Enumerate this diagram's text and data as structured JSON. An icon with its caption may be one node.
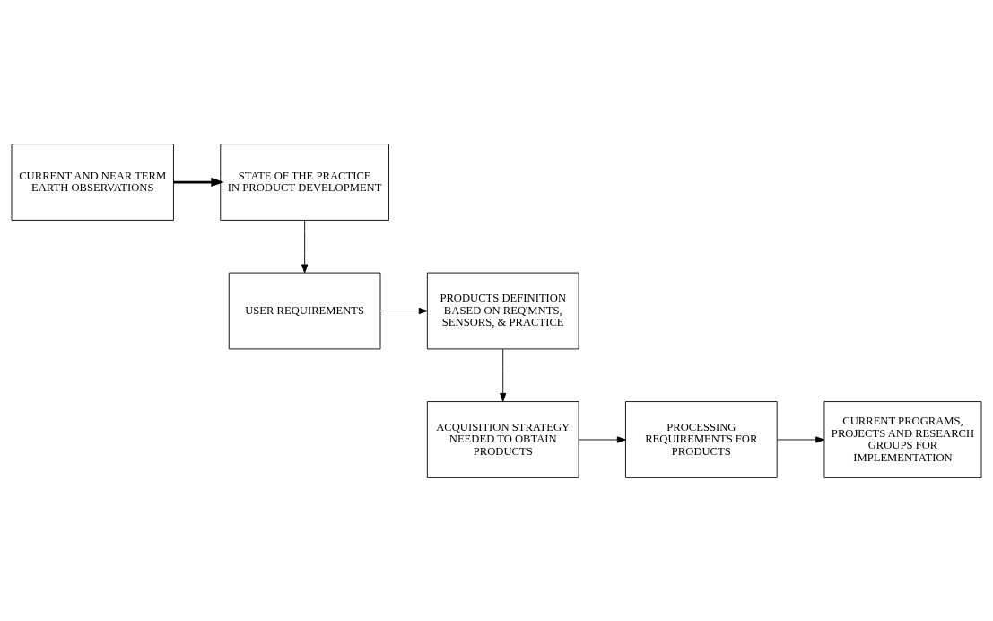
{
  "diagram": {
    "nodes": [
      {
        "text": [
          "CURRENT AND NEAR TERM EARTH OBSERVATIONS"
        ]
      },
      {
        "text": [
          "STATE OF THE PRACTICE IN PRODUCT DEVELOPMENT"
        ]
      },
      {
        "text": [
          "PRODUCTS DEFINITION BASED ON REQ'MNTS, SENSORS, & PRACTICE"
        ]
      },
      {
        "text": [
          "USER REQUIREMENTS"
        ]
      },
      {
        "text": [
          "ACQUISITION STRATEGY NEEDED TO OBTAIN PRODUCTS"
        ]
      },
      {
        "text": [
          "PROCESSING REQUIREMENTS FOR PRODUCTS"
        ]
      },
      {
        "text": [
          "CURRENT PROGRAMS, PROJECTS AND RESEARCH GROUPS FOR IMPLEMENTATION"
        ]
      }
    ],
    "edges": [
      {
        "from": 0,
        "to": 1,
        "arrow": "to",
        "style": "thick"
      },
      {
        "from": 1,
        "to": 3,
        "arrow": "to"
      },
      {
        "from": 3,
        "to": 2,
        "arrow": "to"
      },
      {
        "from": 2,
        "to": 4,
        "arrow": "to"
      },
      {
        "from": 4,
        "to": 5,
        "arrow": "to"
      },
      {
        "from": 5,
        "to": 6,
        "arrow": "to"
      }
    ]
  }
}
